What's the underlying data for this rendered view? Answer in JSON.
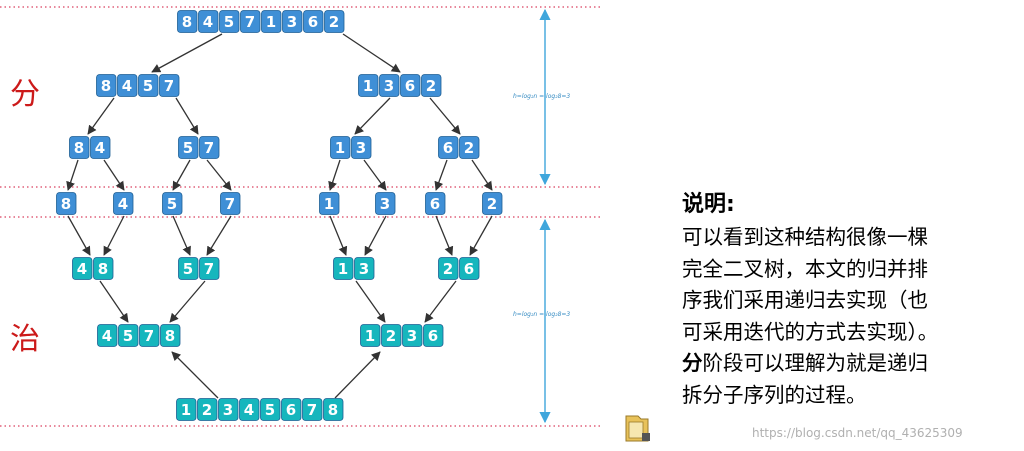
{
  "colors": {
    "divide": "#3f8fd6",
    "merge": "#16b6bd",
    "guide": "#e0607a",
    "arrow": "#333333",
    "height_marker": "#3fa6dc"
  },
  "labels": {
    "divide_phase": "分",
    "merge_phase": "治",
    "height_formula": "h=log₂n = log₂8=3"
  },
  "tree": {
    "divide": [
      {
        "node": "root",
        "digits": [
          "8",
          "4",
          "5",
          "7",
          "1",
          "3",
          "6",
          "2"
        ]
      },
      {
        "node": "L",
        "digits": [
          "8",
          "4",
          "5",
          "7"
        ]
      },
      {
        "node": "R",
        "digits": [
          "1",
          "3",
          "6",
          "2"
        ]
      },
      {
        "node": "LL",
        "digits": [
          "8",
          "4"
        ]
      },
      {
        "node": "LR",
        "digits": [
          "5",
          "7"
        ]
      },
      {
        "node": "RL",
        "digits": [
          "1",
          "3"
        ]
      },
      {
        "node": "RR",
        "digits": [
          "6",
          "2"
        ]
      },
      {
        "node": "l1",
        "digits": [
          "8"
        ]
      },
      {
        "node": "l2",
        "digits": [
          "4"
        ]
      },
      {
        "node": "l3",
        "digits": [
          "5"
        ]
      },
      {
        "node": "l4",
        "digits": [
          "7"
        ]
      },
      {
        "node": "l5",
        "digits": [
          "1"
        ]
      },
      {
        "node": "l6",
        "digits": [
          "3"
        ]
      },
      {
        "node": "l7",
        "digits": [
          "6"
        ]
      },
      {
        "node": "l8",
        "digits": [
          "2"
        ]
      }
    ],
    "merge": [
      {
        "node": "m1",
        "digits": [
          "4",
          "8"
        ]
      },
      {
        "node": "m2",
        "digits": [
          "5",
          "7"
        ]
      },
      {
        "node": "m3",
        "digits": [
          "1",
          "3"
        ]
      },
      {
        "node": "m4",
        "digits": [
          "2",
          "6"
        ]
      },
      {
        "node": "mL",
        "digits": [
          "4",
          "5",
          "7",
          "8"
        ]
      },
      {
        "node": "mR",
        "digits": [
          "1",
          "2",
          "3",
          "6"
        ]
      },
      {
        "node": "final",
        "digits": [
          "1",
          "2",
          "3",
          "4",
          "5",
          "6",
          "7",
          "8"
        ]
      }
    ]
  },
  "explanation": {
    "title": "说明:",
    "lines": [
      {
        "bold": "",
        "text": "可以看到这种结构很像一棵"
      },
      {
        "bold": "",
        "text": "完全二叉树，本文的归并排"
      },
      {
        "bold": "",
        "text": "序我们采用递归去实现（也"
      },
      {
        "bold": "",
        "text": "可采用迭代的方式去实现）。"
      },
      {
        "bold": "分",
        "text": "阶段可以理解为就是递归"
      },
      {
        "bold": "",
        "text": "拆分子序列的过程。"
      }
    ]
  },
  "folder_icon": "folder-icon",
  "watermark": "https://blog.csdn.net/qq_43625309"
}
